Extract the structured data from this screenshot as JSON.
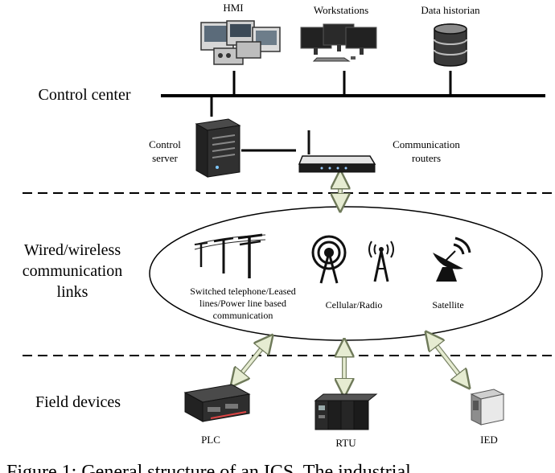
{
  "sections": {
    "control_center": "Control center",
    "communication_links": [
      "Wired/wireless",
      "communication",
      "links"
    ],
    "field_devices": "Field devices"
  },
  "control_center": {
    "hmi": "HMI",
    "workstations": "Workstations",
    "data_historian": "Data historian",
    "control_server": [
      "Control",
      "server"
    ],
    "communication_routers": [
      "Communication",
      "routers"
    ]
  },
  "links": {
    "wired": [
      "Switched telephone/Leased",
      "lines/Power line based",
      "communication"
    ],
    "cellular": "Cellular/Radio",
    "satellite": "Satellite"
  },
  "field": {
    "plc": "PLC",
    "rtu": "RTU",
    "ied": "IED"
  },
  "caption": "Figure 1: General structure of an ICS. The industrial"
}
